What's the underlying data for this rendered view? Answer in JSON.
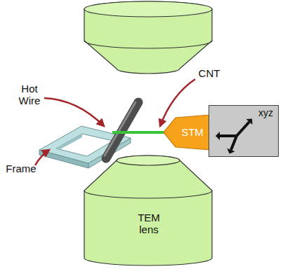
{
  "diagram": {
    "nodes": [
      {
        "text": [
          "TEM lens"
        ]
      },
      {
        "text": [
          "STM"
        ]
      },
      {
        "text": [
          "xyz"
        ]
      }
    ],
    "labels": [
      "Hot Wire",
      "CNT",
      "Frame"
    ]
  }
}
